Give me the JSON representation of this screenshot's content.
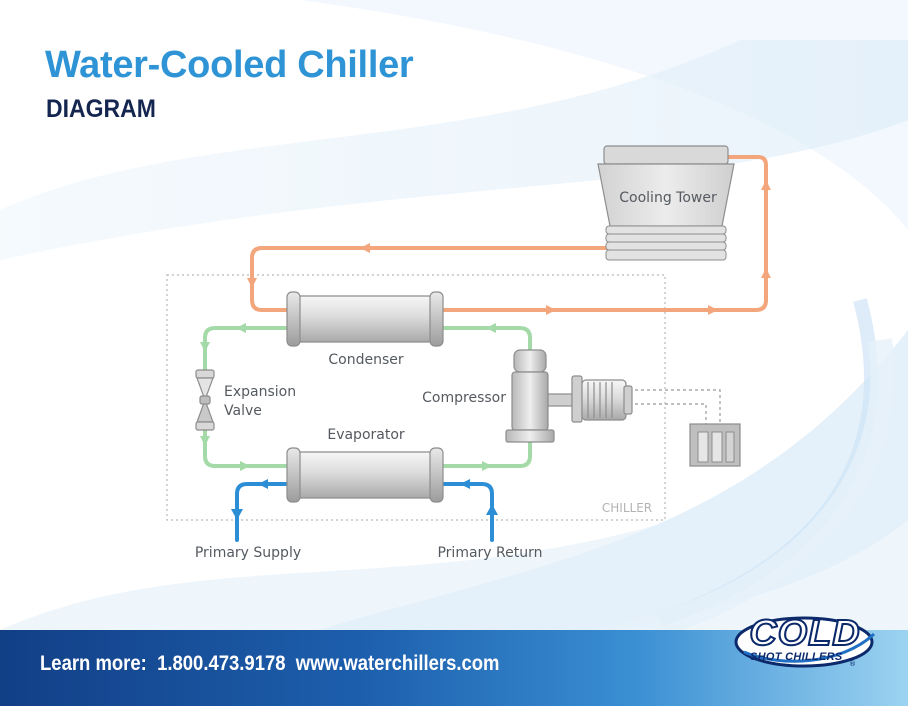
{
  "header": {
    "title": "Water-Cooled Chiller",
    "subtitle": "DIAGRAM"
  },
  "diagram": {
    "cooling_tower": "Cooling Tower",
    "condenser": "Condenser",
    "expansion_valve_line1": "Expansion",
    "expansion_valve_line2": "Valve",
    "compressor": "Compressor",
    "evaporator": "Evaporator",
    "chiller_box": "CHILLER",
    "primary_supply": "Primary Supply",
    "primary_return": "Primary Return"
  },
  "footer": {
    "text": "Learn more:  1.800.473.9178  www.waterchillers.com"
  },
  "logo": {
    "word": "COLD",
    "sub": "SHOT CHILLERS",
    "reg": "®"
  },
  "colors": {
    "condenser_water": "#f0a57a",
    "refrigerant": "#9ed6a3",
    "chilled_water": "#2c8fd6",
    "title_blue": "#2f94d6",
    "navy": "#14264f"
  },
  "icons": {
    "equipment": [
      "cooling-tower-icon",
      "condenser-icon",
      "evaporator-icon",
      "compressor-icon",
      "motor-icon",
      "expansion-valve-icon",
      "control-panel-icon"
    ]
  }
}
